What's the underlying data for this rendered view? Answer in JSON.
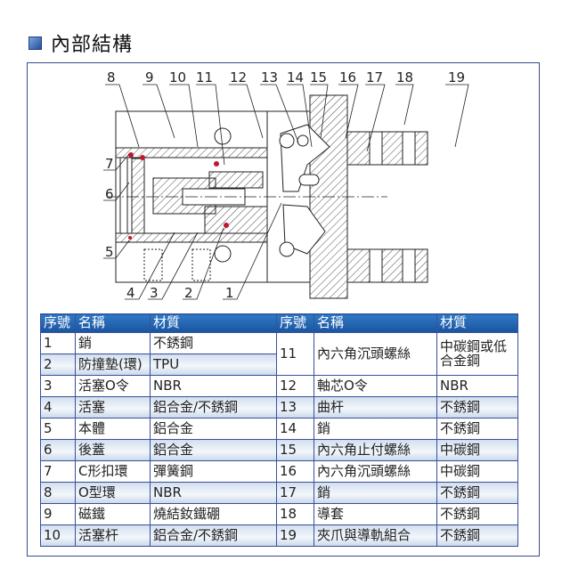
{
  "title": "內部結構",
  "callouts": [
    "1",
    "2",
    "3",
    "4",
    "5",
    "6",
    "7",
    "8",
    "9",
    "10",
    "11",
    "12",
    "13",
    "14",
    "15",
    "16",
    "17",
    "18",
    "19"
  ],
  "table": {
    "headers": [
      "序號",
      "名稱",
      "材質",
      "序號",
      "名稱",
      "材質"
    ],
    "left": [
      {
        "no": "1",
        "name": "銷",
        "material": "不銹鋼"
      },
      {
        "no": "2",
        "name": "防撞墊(環)",
        "material": "TPU"
      },
      {
        "no": "3",
        "name": "活塞O令",
        "material": "NBR"
      },
      {
        "no": "4",
        "name": "活塞",
        "material": "鋁合金/不銹鋼"
      },
      {
        "no": "5",
        "name": "本體",
        "material": "鋁合金"
      },
      {
        "no": "6",
        "name": "後蓋",
        "material": "鋁合金"
      },
      {
        "no": "7",
        "name": "C形扣環",
        "material": "彈簧鋼"
      },
      {
        "no": "8",
        "name": "O型環",
        "material": "NBR"
      },
      {
        "no": "9",
        "name": "磁鐵",
        "material": "燒結釹鐵硼"
      },
      {
        "no": "10",
        "name": "活塞杆",
        "material": "鋁合金/不銹鋼"
      }
    ],
    "right": [
      {
        "no": "11",
        "name": "內六角沉頭螺絲",
        "material": "中碳鋼或低合金鋼"
      },
      {
        "no": "12",
        "name": "軸芯O令",
        "material": "NBR"
      },
      {
        "no": "13",
        "name": "曲杆",
        "material": "不銹鋼"
      },
      {
        "no": "14",
        "name": "銷",
        "material": "不銹鋼"
      },
      {
        "no": "15",
        "name": "內六角止付螺絲",
        "material": "中碳鋼"
      },
      {
        "no": "16",
        "name": "內六角沉頭螺絲",
        "material": "中碳鋼"
      },
      {
        "no": "17",
        "name": "銷",
        "material": "不銹鋼"
      },
      {
        "no": "18",
        "name": "導套",
        "material": "不銹鋼"
      },
      {
        "no": "19",
        "name": "夾爪與導軌組合",
        "material": "不銹鋼"
      }
    ]
  }
}
